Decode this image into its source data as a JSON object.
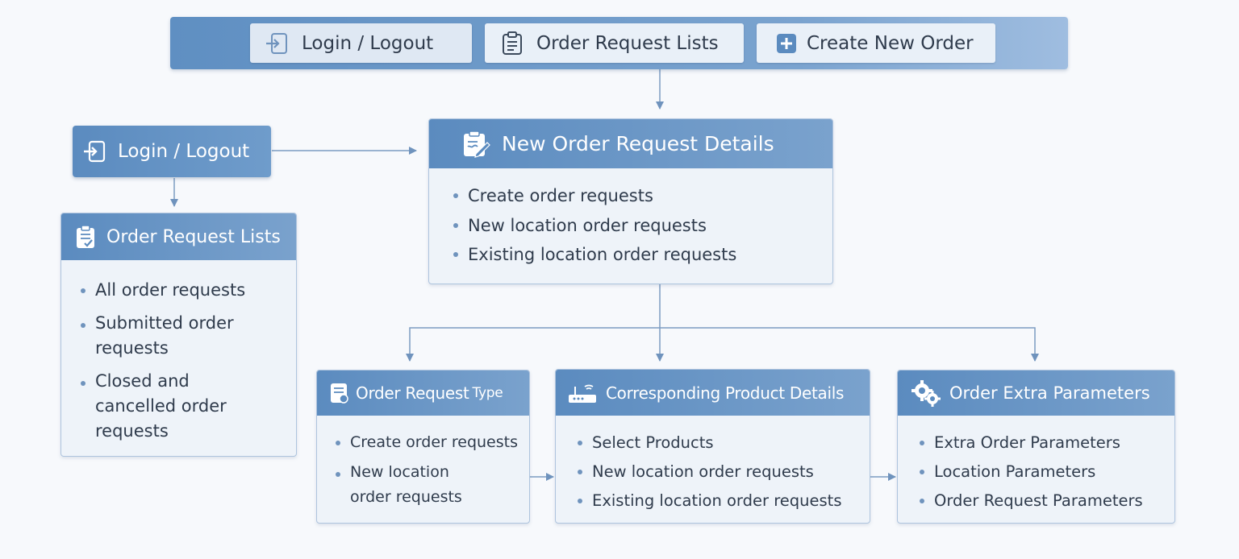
{
  "nav": {
    "login_label": "Login / Logout",
    "lists_label": "Order Request Lists",
    "create_label": "Create New Order"
  },
  "login_box": {
    "label": "Login / Logout"
  },
  "details_card": {
    "title": "New Order Request Details",
    "items": [
      "Create order requests",
      "New location order requests",
      "Existing location order requests"
    ]
  },
  "lists_card": {
    "title": "Order Request Lists",
    "items": [
      "All order requests",
      "Submitted order requests",
      "Closed and cancelled order requests"
    ]
  },
  "type_card": {
    "title_main": "Order Request",
    "title_suffix": "Type",
    "items": [
      "Create order requests",
      "New location order requests"
    ]
  },
  "product_card": {
    "title": "Corresponding Product Details",
    "items": [
      "Select Products",
      "New location order requests",
      "Existing location order requests"
    ]
  },
  "extra_card": {
    "title": "Order Extra Parameters",
    "items": [
      "Extra Order Parameters",
      "Location Parameters",
      "Order Request Parameters"
    ]
  },
  "colors": {
    "accent": "#5b8bbf",
    "card_bg": "#eef3f9",
    "connector": "#6f93bd",
    "text": "#2f3b4c"
  }
}
